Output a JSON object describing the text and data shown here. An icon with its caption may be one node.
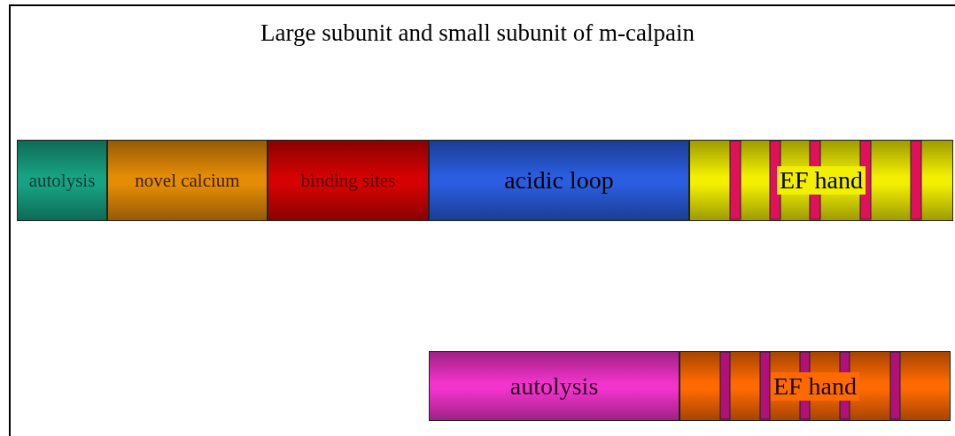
{
  "diagram": {
    "title": "Large subunit and small subunit of m-calpain",
    "nodes": [
      {
        "text": [
          "autolysis"
        ]
      },
      {
        "text": [
          "novel calcium"
        ]
      },
      {
        "text": [
          "binding sites"
        ]
      },
      {
        "text": [
          "acidic loop"
        ]
      },
      {
        "text": [
          "EF hand"
        ]
      },
      {
        "text": [
          "autolysis"
        ]
      },
      {
        "text": [
          "EF hand"
        ]
      }
    ],
    "edges": []
  }
}
